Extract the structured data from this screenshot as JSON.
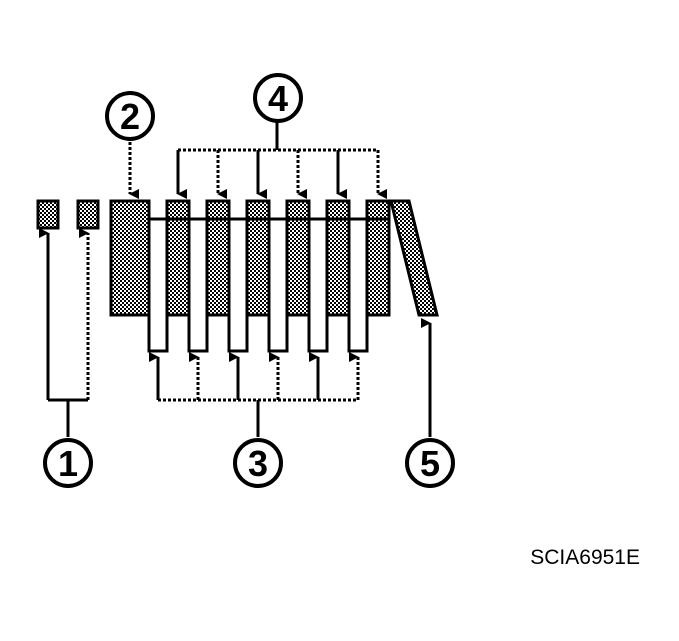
{
  "figure_code": "SCIA6951E",
  "colors": {
    "line": "#000000",
    "background": "#ffffff",
    "stipple": "#000000"
  },
  "callouts": [
    {
      "id": "1",
      "label": "1"
    },
    {
      "id": "2",
      "label": "2"
    },
    {
      "id": "3",
      "label": "3"
    },
    {
      "id": "4",
      "label": "4"
    },
    {
      "id": "5",
      "label": "5"
    }
  ]
}
